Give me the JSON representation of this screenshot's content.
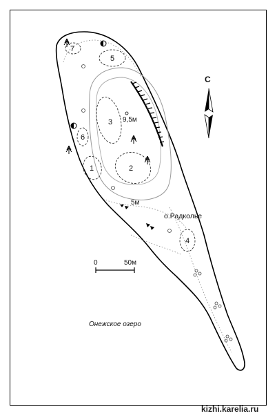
{
  "map": {
    "island_label": "о.Радколье",
    "lake_label": "Онежское озеро",
    "peak_label": "9,5м",
    "contour_label": "5м",
    "north_label": "С",
    "scale": {
      "start": "0",
      "end": "50м"
    },
    "watermark": "kizhi.karelia.ru",
    "zones": [
      "1",
      "2",
      "3",
      "4",
      "5",
      "6",
      "7"
    ],
    "icons": [
      "tree-icon",
      "stone-icon",
      "ring-icon",
      "triangle-marker-icon",
      "boulder-cluster-icon"
    ]
  }
}
